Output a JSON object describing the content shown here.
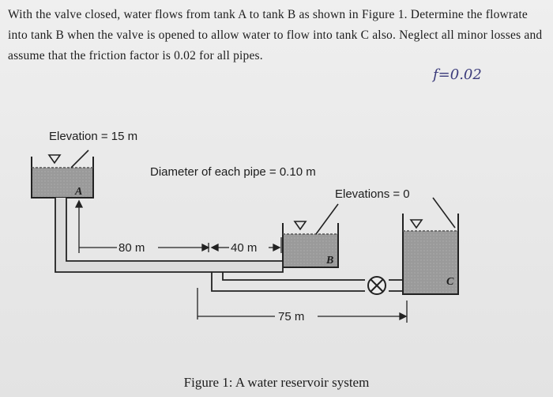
{
  "problem": {
    "text": "With the valve closed, water flows from tank A to tank B as shown in Figure 1. Determine the flowrate into tank B when the valve is opened to allow water to flow into tank C also. Neglect all minor losses and assume that the friction factor is 0.02 for all pipes."
  },
  "handwritten_note": "f=0.02",
  "diagram": {
    "elevation_a": "Elevation = 15 m",
    "pipe_diameter": "Diameter of each pipe = 0.10 m",
    "elevations_bc": "Elevations = 0",
    "tank_a": "A",
    "tank_b": "B",
    "tank_c": "C",
    "len_80": "80 m",
    "len_40": "40 m",
    "len_75": "75 m"
  },
  "caption": "Figure 1: A water reservoir system"
}
